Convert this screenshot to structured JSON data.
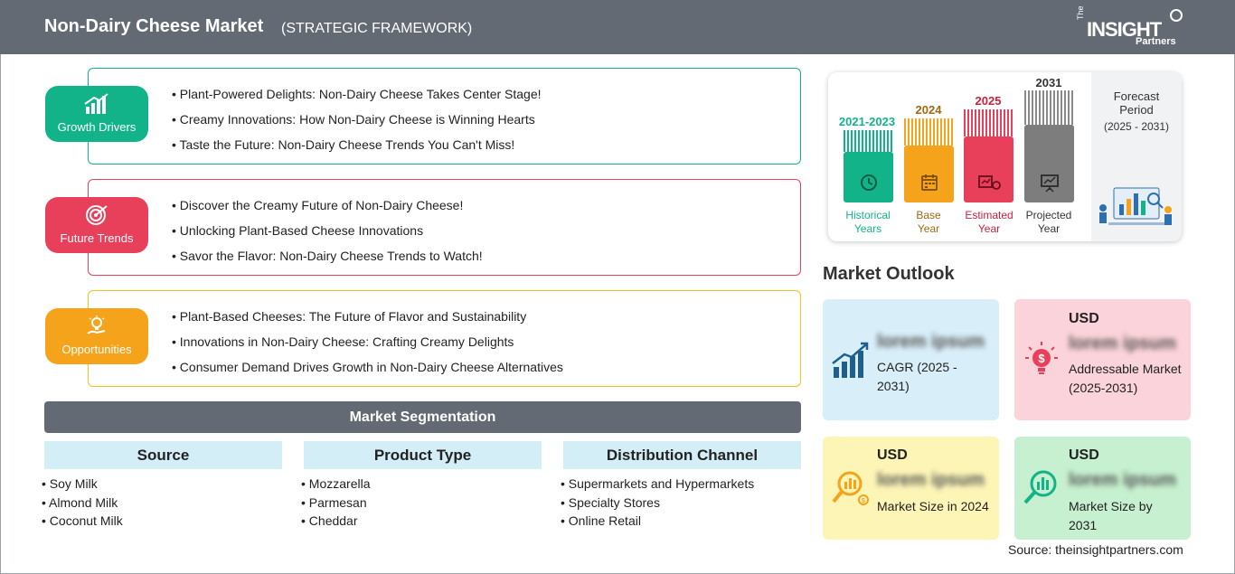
{
  "header": {
    "title": "Non-Dairy Cheese Market",
    "subtitle": "(STRATEGIC FRAMEWORK)",
    "logo": {
      "the": "The",
      "insight": "INSIGHT",
      "partners": "Partners"
    }
  },
  "framework": [
    {
      "label": "Growth Drivers",
      "color": "#13b38a",
      "icon": "bar-chart-growth-icon",
      "items": [
        "Plant-Powered Delights: Non-Dairy Cheese Takes Center Stage!",
        "Creamy Innovations: How Non-Dairy Cheese is Winning Hearts",
        "Taste the Future: Non-Dairy Cheese Trends You Can't Miss!"
      ]
    },
    {
      "label": "Future Trends",
      "color": "#e8405a",
      "icon": "target-icon",
      "items": [
        "Discover the Creamy Future of Non-Dairy Cheese!",
        "Unlocking Plant-Based Cheese Innovations",
        "Savor the Flavor: Non-Dairy Cheese Trends to Watch!"
      ]
    },
    {
      "label": "Opportunities",
      "color": "#f5a31a",
      "icon": "lightbulb-hand-icon",
      "items": [
        "Plant-Based Cheeses: The Future of Flavor and Sustainability",
        "Innovations in Non-Dairy Cheese: Crafting Creamy Delights",
        "Consumer Demand Drives Growth in Non-Dairy Cheese Alternatives"
      ]
    }
  ],
  "segmentation": {
    "title": "Market Segmentation",
    "columns": [
      {
        "heading": "Source",
        "items": [
          "Soy Milk",
          "Almond Milk",
          "Coconut Milk"
        ]
      },
      {
        "heading": "Product Type",
        "items": [
          "Mozzarella",
          "Parmesan",
          "Cheddar"
        ]
      },
      {
        "heading": "Distribution Channel",
        "items": [
          "Supermarkets and Hypermarkets",
          "Specialty Stores",
          "Online Retail"
        ]
      }
    ]
  },
  "timeline": {
    "bars": [
      {
        "year": "2021-2023",
        "label_line1": "Historical",
        "label_line2": "Years",
        "color": "#13b38a",
        "icon": "history-clock-icon"
      },
      {
        "year": "2024",
        "label_line1": "Base",
        "label_line2": "Year",
        "color": "#f5a31a",
        "icon": "calendar-icon"
      },
      {
        "year": "2025",
        "label_line1": "Estimated",
        "label_line2": "Year",
        "color": "#e8405a",
        "icon": "estimate-gears-icon"
      },
      {
        "year": "2031",
        "label_line1": "Projected",
        "label_line2": "Year",
        "color": "#7d7d7d",
        "icon": "presentation-board-icon"
      }
    ],
    "forecast": {
      "title_line1": "Forecast",
      "title_line2": "Period",
      "range": "(2025 - 2031)"
    }
  },
  "outlook": {
    "title": "Market Outlook",
    "boxes": [
      {
        "usd": "",
        "value": "lorem ipsum",
        "desc": "CAGR (2025 - 2031)",
        "bg": "#d8eef8",
        "icon": "growth-chart-icon",
        "icon_color": "#1f5f8b"
      },
      {
        "usd": "USD",
        "value": "lorem ipsum",
        "desc": "Addressable Market (2025-2031)",
        "bg": "#fbd3da",
        "icon": "idea-dollar-icon",
        "icon_color": "#e8405a"
      },
      {
        "usd": "USD",
        "value": "lorem ipsum",
        "desc": "Market Size in 2024",
        "bg": "#fdf5b6",
        "icon": "magnifier-coins-icon",
        "icon_color": "#f5a31a"
      },
      {
        "usd": "USD",
        "value": "lorem ipsum",
        "desc": "Market Size by 2031",
        "bg": "#c6f0cf",
        "icon": "magnifier-bars-icon",
        "icon_color": "#13b38a"
      }
    ]
  },
  "source": "Source: theinsightpartners.com"
}
